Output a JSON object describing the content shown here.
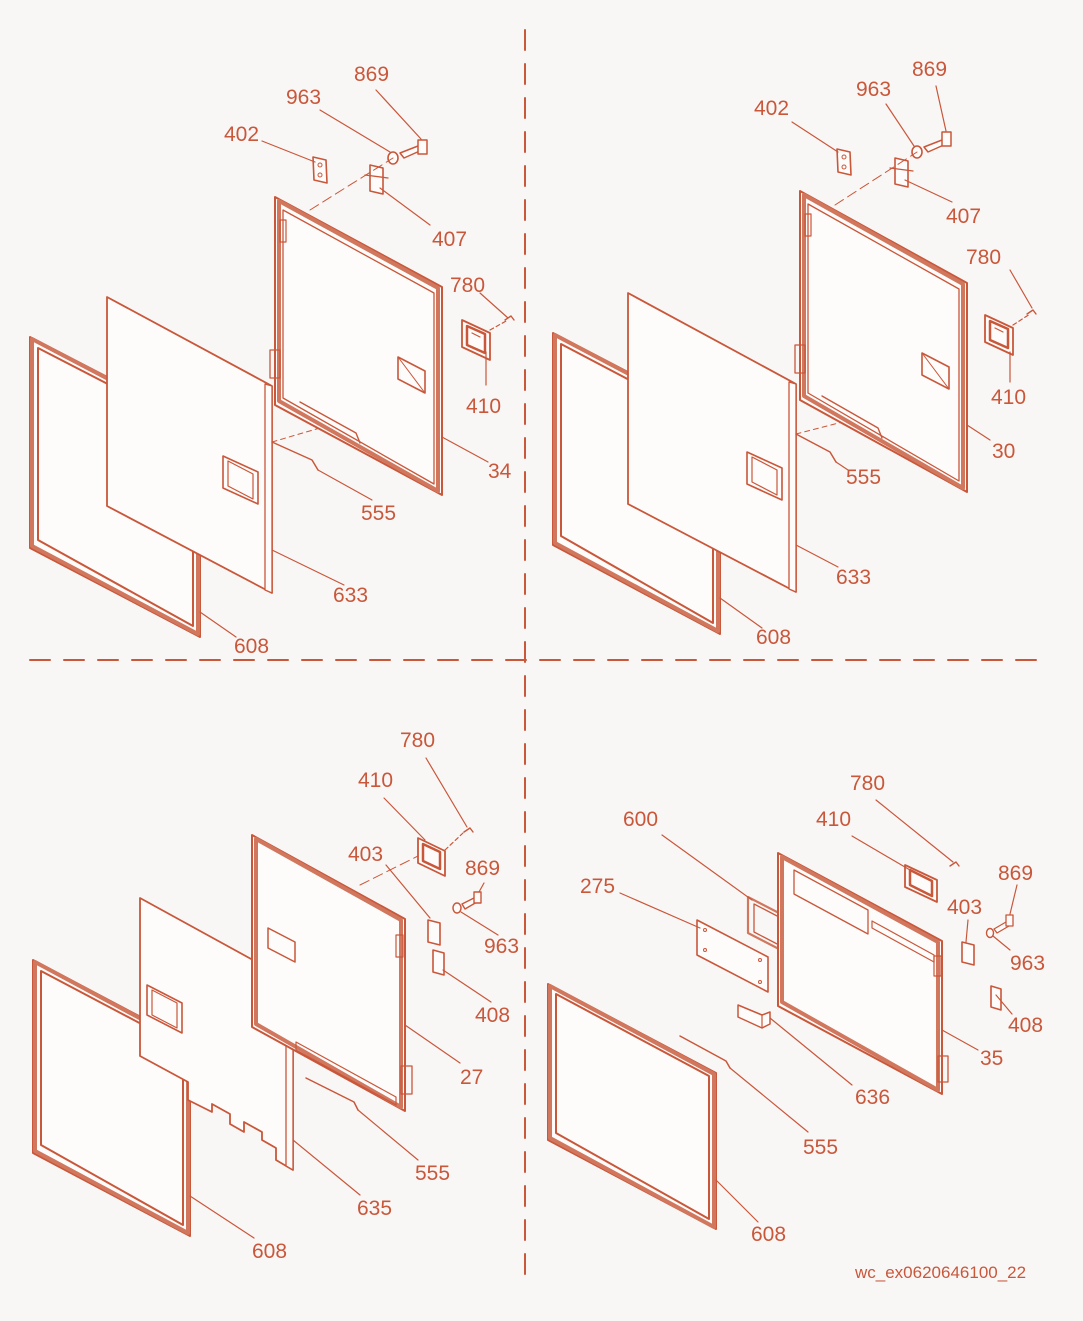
{
  "colors": {
    "accent": "#c9573a",
    "line": "#c9573a",
    "panel": "#fdfcfb",
    "background": "#f9f7f6"
  },
  "quadrants": [
    {
      "id": "top-left",
      "labels": [
        "869",
        "963",
        "402",
        "407",
        "780",
        "410",
        "34",
        "555",
        "633",
        "608"
      ]
    },
    {
      "id": "top-right",
      "labels": [
        "869",
        "963",
        "402",
        "407",
        "780",
        "410",
        "30",
        "555",
        "633",
        "608"
      ]
    },
    {
      "id": "bottom-left",
      "labels": [
        "780",
        "410",
        "403",
        "869",
        "963",
        "408",
        "27",
        "555",
        "635",
        "608"
      ]
    },
    {
      "id": "bottom-right",
      "labels": [
        "780",
        "600",
        "410",
        "275",
        "869",
        "403",
        "963",
        "408",
        "35",
        "636",
        "555",
        "608"
      ]
    }
  ],
  "drawing_code": "wc_ex0620646100_22"
}
